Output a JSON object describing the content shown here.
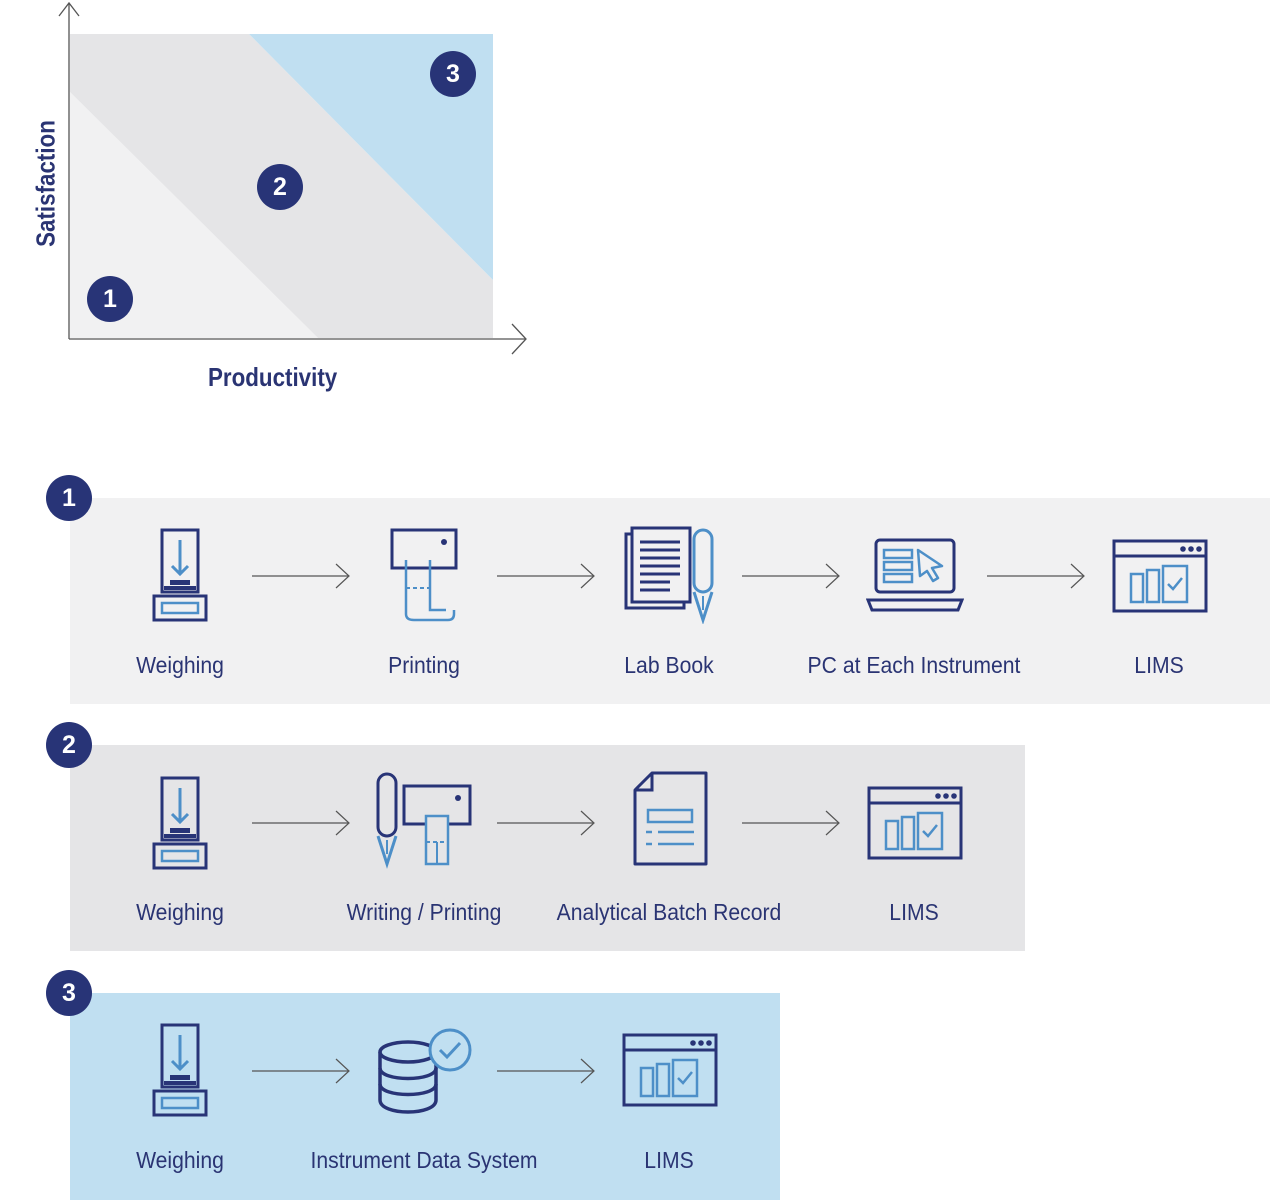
{
  "quadrant": {
    "x_axis_label": "Productivity",
    "y_axis_label": "Satisfaction",
    "zones": [
      "1",
      "2",
      "3"
    ]
  },
  "colors": {
    "navy": "#283477",
    "icon_blue": "#4d8fc8",
    "zone1_gray": "#f1f1f2",
    "zone2_gray": "#e5e5e7",
    "zone3_blue": "#c0dff1"
  },
  "workflows": [
    {
      "badge": "1",
      "steps": [
        {
          "label": "Weighing",
          "icon": "balance-icon"
        },
        {
          "label": "Printing",
          "icon": "printer-icon"
        },
        {
          "label": "Lab Book",
          "icon": "lab-book-icon"
        },
        {
          "label": "PC at Each Instrument",
          "icon": "laptop-icon"
        },
        {
          "label": "LIMS",
          "icon": "lims-window-icon"
        }
      ]
    },
    {
      "badge": "2",
      "steps": [
        {
          "label": "Weighing",
          "icon": "balance-icon"
        },
        {
          "label": "Writing / Printing",
          "icon": "pen-printer-icon"
        },
        {
          "label": "Analytical Batch Record",
          "icon": "document-icon"
        },
        {
          "label": "LIMS",
          "icon": "lims-window-icon"
        }
      ]
    },
    {
      "badge": "3",
      "steps": [
        {
          "label": "Weighing",
          "icon": "balance-icon"
        },
        {
          "label": "Instrument Data System",
          "icon": "database-check-icon"
        },
        {
          "label": "LIMS",
          "icon": "lims-window-icon"
        }
      ]
    }
  ]
}
